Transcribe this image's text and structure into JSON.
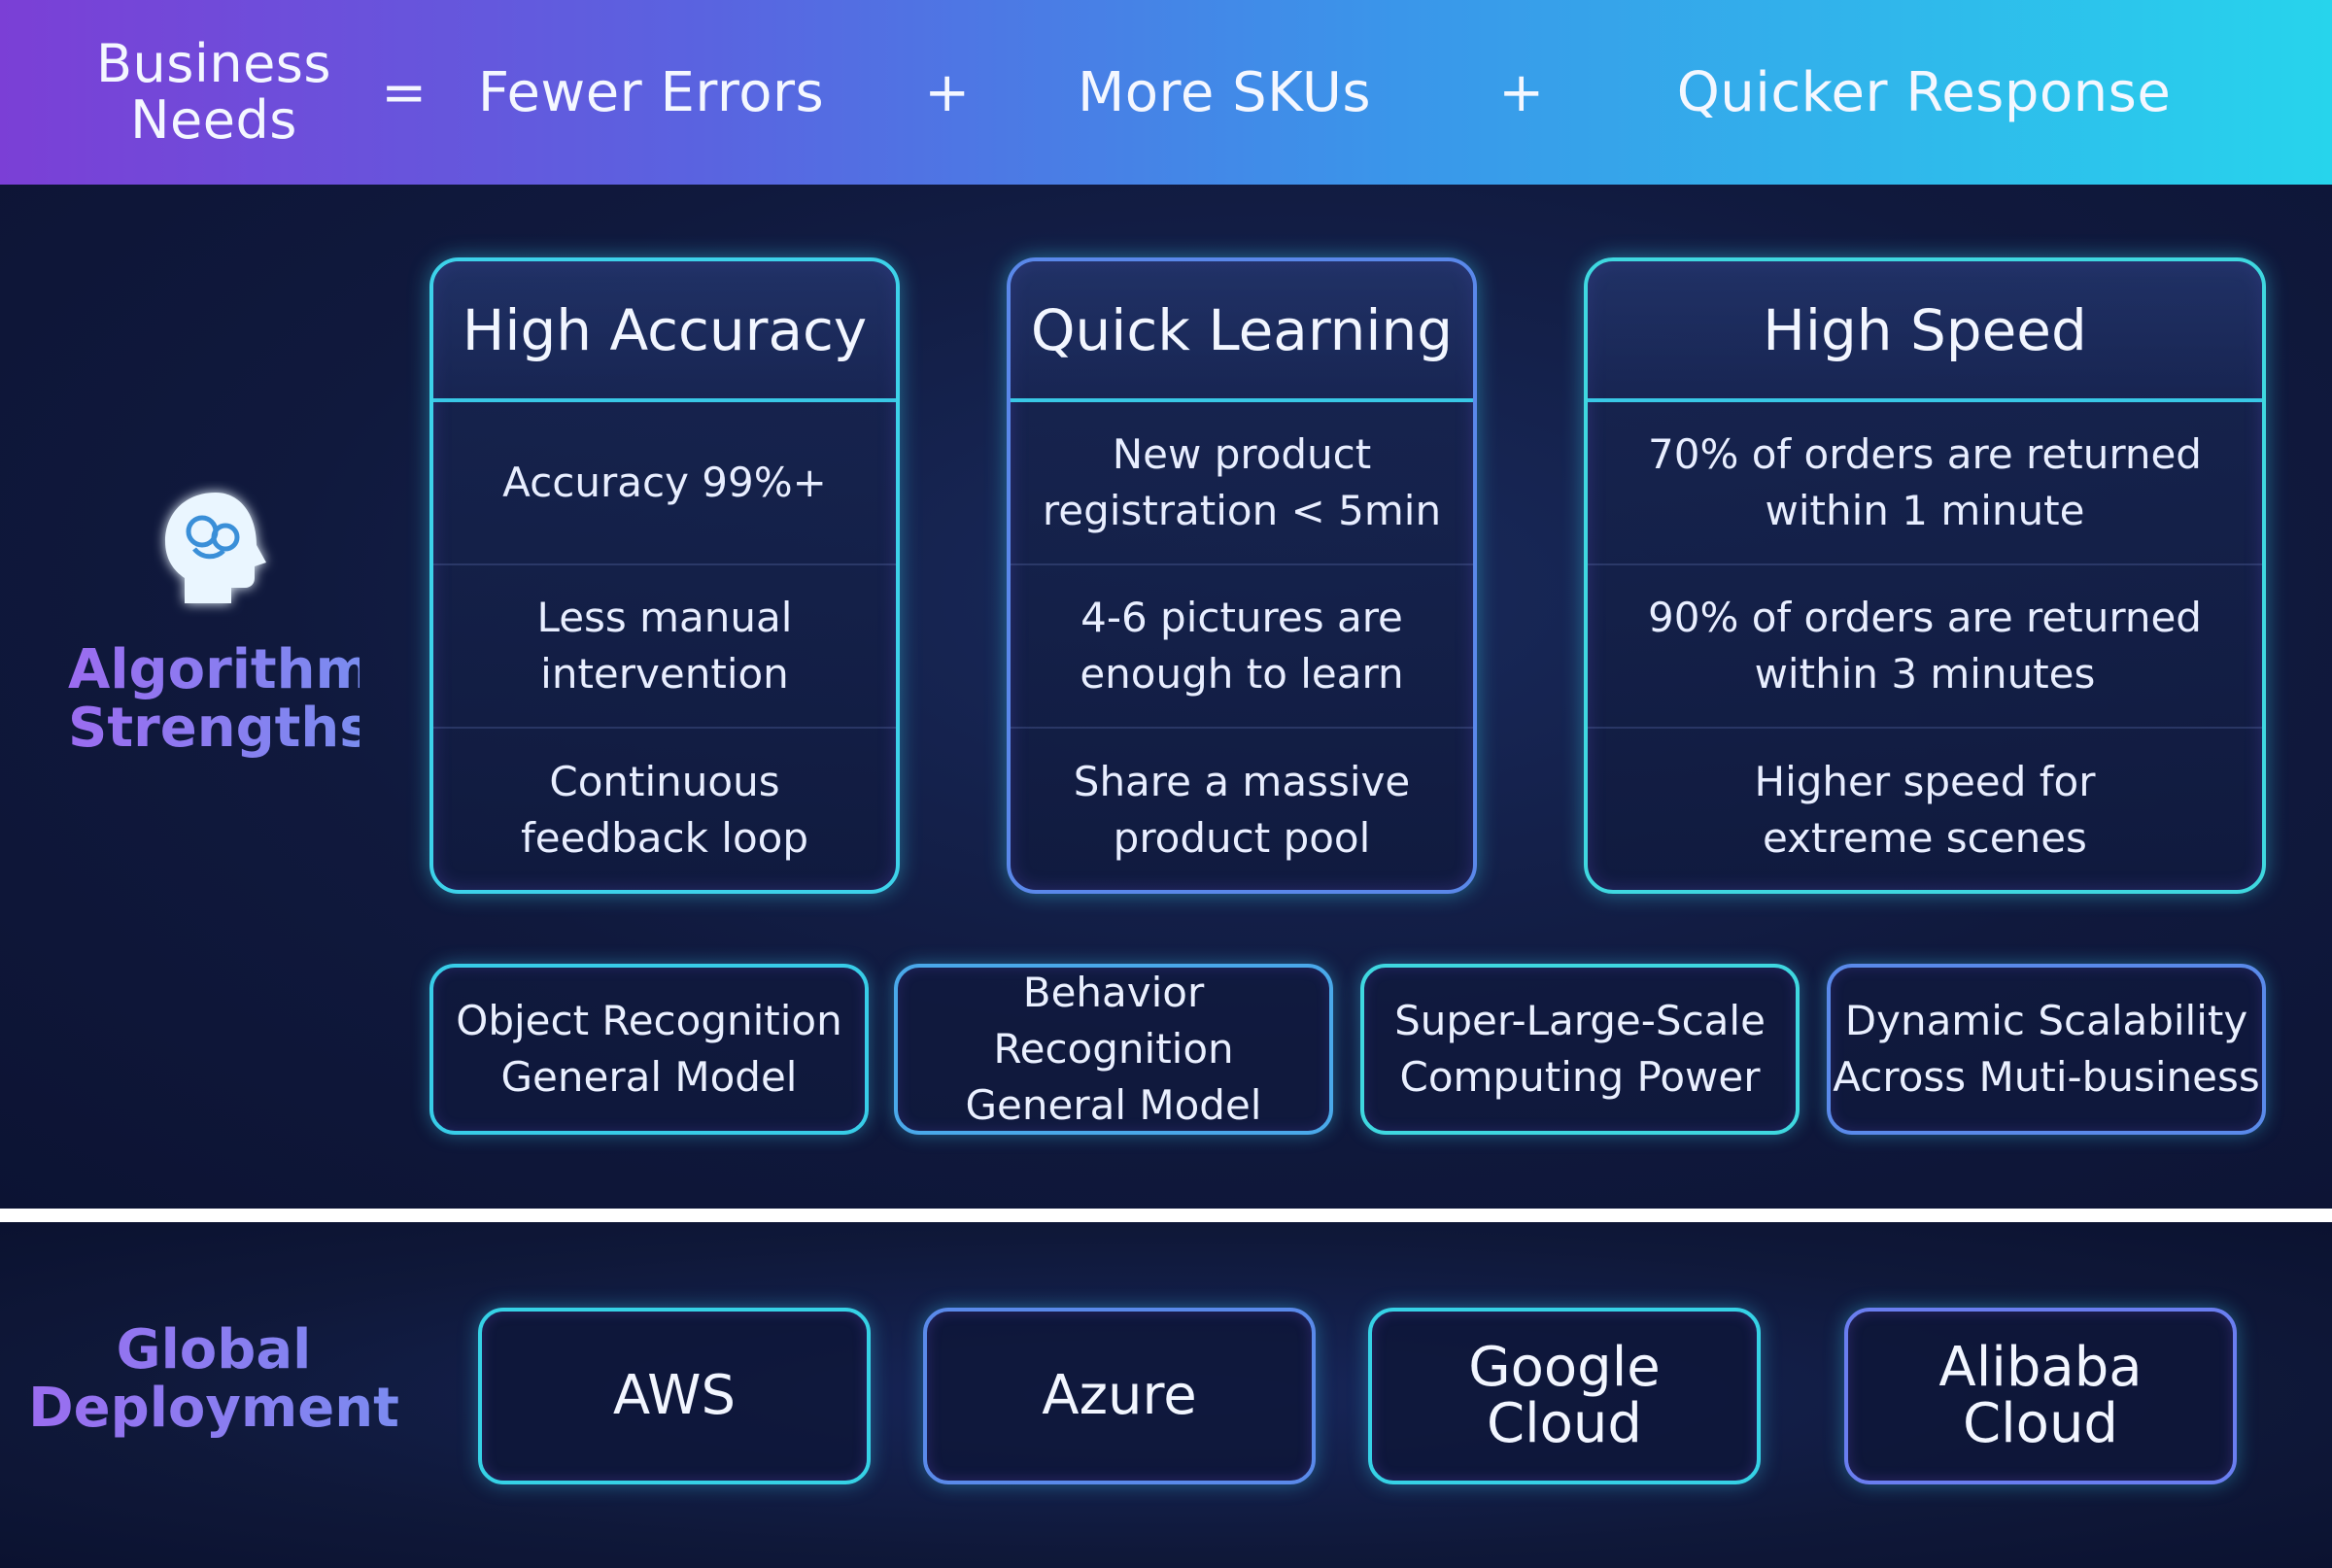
{
  "header": {
    "title": "Business\nNeeds",
    "equals": "=",
    "plus": "+",
    "needs": [
      "Fewer Errors",
      "More SKUs",
      "Quicker Response"
    ]
  },
  "strengths": {
    "label": "Algorithm\nStrengths",
    "icon": "brain-head-icon",
    "cards": [
      {
        "title": "High Accuracy",
        "rows": [
          "Accuracy 99%+",
          "Less manual\nintervention",
          "Continuous\nfeedback loop"
        ]
      },
      {
        "title": "Quick Learning",
        "rows": [
          "New product\nregistration  < 5min",
          "4-6 pictures are\nenough to learn",
          "Share a massive\nproduct pool"
        ]
      },
      {
        "title": "High Speed",
        "rows": [
          "70% of orders are returned\nwithin 1 minute",
          "90% of orders are returned\nwithin 3 minutes",
          "Higher speed for\nextreme scenes"
        ]
      }
    ],
    "models": [
      "Object Recognition\nGeneral Model",
      "Behavior Recognition\nGeneral Model",
      "Super-Large-Scale\nComputing Power",
      "Dynamic Scalability\nAcross Muti-business"
    ]
  },
  "deployment": {
    "label": "Global\nDeployment",
    "platforms": [
      "AWS",
      "Azure",
      "Google\nCloud",
      "Alibaba\nCloud"
    ]
  },
  "colors": {
    "header_start": "#7b3fd6",
    "header_end": "#27d4ec",
    "card_border": "#35d6e3",
    "label_purple": "#9b6cf0",
    "background": "#10193d"
  }
}
